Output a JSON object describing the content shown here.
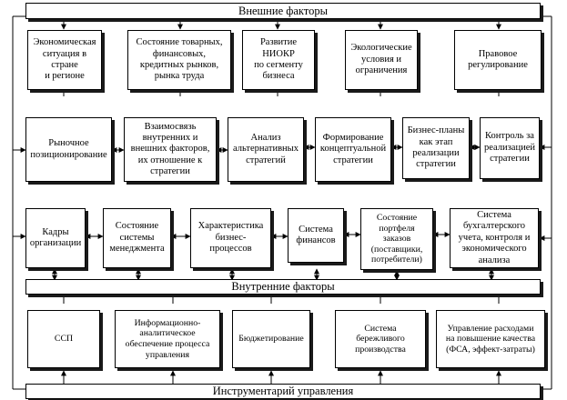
{
  "bars": {
    "external": "Внешние факторы",
    "internal": "Внутренние факторы",
    "tools": "Инструментарий управления"
  },
  "external_factors": [
    "Экономическая\nситуация в стране\nи регионе",
    "Состояние товарных,\nфинансовых,\nкредитных рынков,\nрынка труда",
    "Развитие НИОКР\nпо сегменту\nбизнеса",
    "Экологические\nусловия и\nограничения",
    "Правовое\nрегулирование"
  ],
  "strategy_chain": [
    "Рыночное\nпозиционирование",
    "Взаимосвязь\nвнутренних и\nвнешних факторов,\nих отношение к\nстратегии",
    "Анализ\nальтернативных\nстратегий",
    "Формирование\nконцептуальной\nстратегии",
    "Бизнес-планы\nкак этап\nреализации\nстратегии",
    "Контроль за\nреализацией\nстратегии"
  ],
  "internal_factors": [
    "Кадры\nорганизации",
    "Состояние\nсистемы\nменеджмента",
    "Характеристика\nбизнес-\nпроцессов",
    "Система\nфинансов",
    "Состояние\nпортфеля\nзаказов\n(поставщики,\nпотребители)",
    "Система\nбухгалтерского\nучета, контроля и\nэкономического\nанализа"
  ],
  "management_tools": [
    "ССП",
    "Информационно-\nаналитическое\nобеспечение процесса\nуправления",
    "Бюджетирование",
    "Система\nбережливого\nпроизводства",
    "Управление расходами\nна повышение качества\n(ФСА, эффект-затраты)"
  ]
}
